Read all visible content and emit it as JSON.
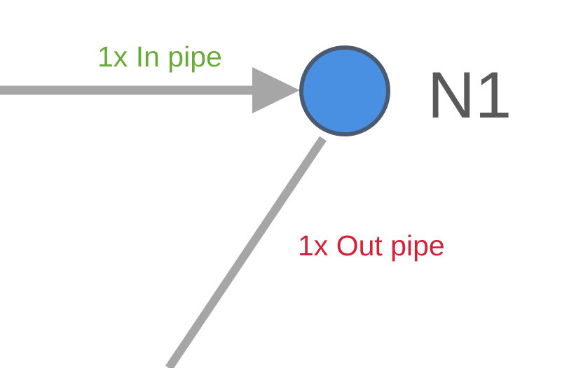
{
  "nodes": [
    {
      "id": "N1",
      "label": "N1"
    }
  ],
  "edges": [
    {
      "label": "1x In pipe",
      "direction": "in",
      "target": "N1"
    },
    {
      "label": "1x Out pipe",
      "direction": "out",
      "source": "N1"
    }
  ],
  "colors": {
    "pipe": "#a6a6a6",
    "node_fill": "#4a90e2",
    "node_stroke": "#4a5a70",
    "node_label": "#595959",
    "in_label": "#6aaa3a",
    "out_label": "#d0233a"
  }
}
